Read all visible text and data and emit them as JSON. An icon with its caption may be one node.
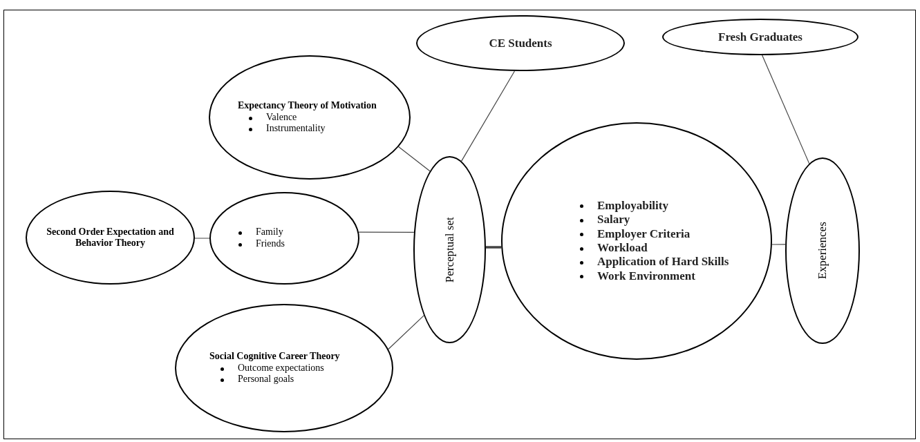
{
  "diagram": {
    "nodes": [
      {
        "text": [
          "CE Students"
        ]
      },
      {
        "text": [
          "Fresh Graduates"
        ]
      },
      {
        "text": [
          "Expectancy Theory of Motivation",
          "Valence",
          "Instrumentality"
        ]
      },
      {
        "text": [
          "Second Order Expectation and Behavior Theory"
        ]
      },
      {
        "text": [
          "Family",
          "Friends"
        ]
      },
      {
        "text": [
          "Perceptual set"
        ]
      },
      {
        "text": [
          "Social Cognitive Career Theory",
          "Outcome expectations",
          "Personal goals"
        ]
      },
      {
        "text": [
          "Employability",
          "Salary",
          "Employer Criteria",
          "Workload",
          "Application of Hard Skills",
          "Work Environment"
        ]
      },
      {
        "text": [
          "Experiences"
        ]
      }
    ],
    "edges": [
      {
        "from": 2,
        "to": 5,
        "arrow": "none"
      },
      {
        "from": 0,
        "to": 5,
        "arrow": "none"
      },
      {
        "from": 3,
        "to": 4,
        "arrow": "none"
      },
      {
        "from": 4,
        "to": 5,
        "arrow": "none"
      },
      {
        "from": 6,
        "to": 5,
        "arrow": "none"
      },
      {
        "from": 5,
        "to": 7,
        "arrow": "none",
        "style": "thick"
      },
      {
        "from": 7,
        "to": 8,
        "arrow": "none"
      },
      {
        "from": 1,
        "to": 8,
        "arrow": "none"
      }
    ]
  }
}
